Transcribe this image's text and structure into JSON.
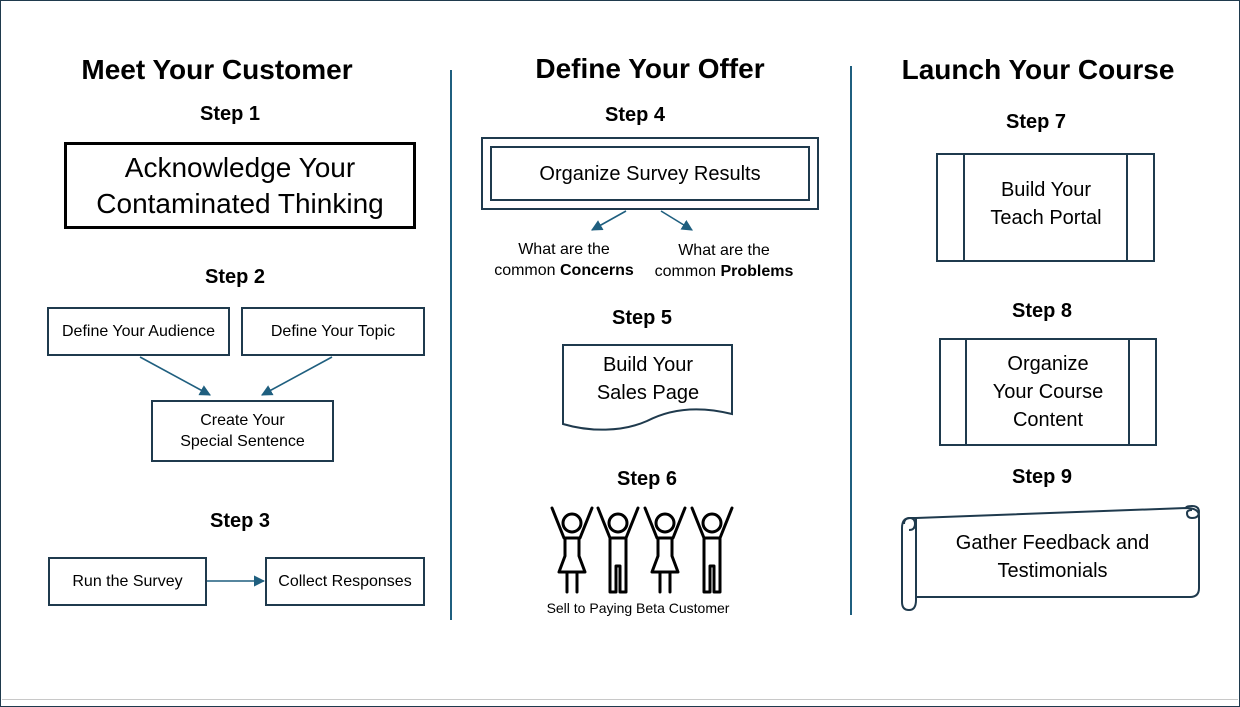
{
  "columns": [
    {
      "heading": "Meet Your Customer",
      "steps": [
        {
          "label": "Step 1",
          "text": "Acknowledge Your Contaminated Thinking",
          "line1": "Acknowledge Your",
          "line2": "Contaminated Thinking"
        },
        {
          "label": "Step 2",
          "boxes": [
            "Define Your Audience",
            "Define Your Topic"
          ],
          "result_line1": "Create Your",
          "result_line2": "Special Sentence"
        },
        {
          "label": "Step 3",
          "boxes": [
            "Run the Survey",
            "Collect Responses"
          ]
        }
      ]
    },
    {
      "heading": "Define Your Offer",
      "steps": [
        {
          "label": "Step 4",
          "text": "Organize Survey Results",
          "branches": [
            {
              "line1": "What are the",
              "line2_prefix": "common ",
              "line2_bold": "Concerns"
            },
            {
              "line1": "What are the",
              "line2_prefix": "common ",
              "line2_bold": "Problems"
            }
          ]
        },
        {
          "label": "Step 5",
          "line1": "Build Your",
          "line2": "Sales Page"
        },
        {
          "label": "Step 6",
          "caption": "Sell to Paying Beta Customer",
          "icon": "people-cheering-icon"
        }
      ]
    },
    {
      "heading": "Launch Your Course",
      "steps": [
        {
          "label": "Step 7",
          "line1": "Build Your",
          "line2": "Teach Portal"
        },
        {
          "label": "Step 8",
          "line1": "Organize",
          "line2": "Your Course",
          "line3": "Content"
        },
        {
          "label": "Step 9",
          "line1": "Gather Feedback and",
          "line2": "Testimonials"
        }
      ]
    }
  ],
  "colors": {
    "stroke": "#1f3a4d",
    "arrow": "#1f5f7f",
    "divider": "#1f5f7f"
  }
}
